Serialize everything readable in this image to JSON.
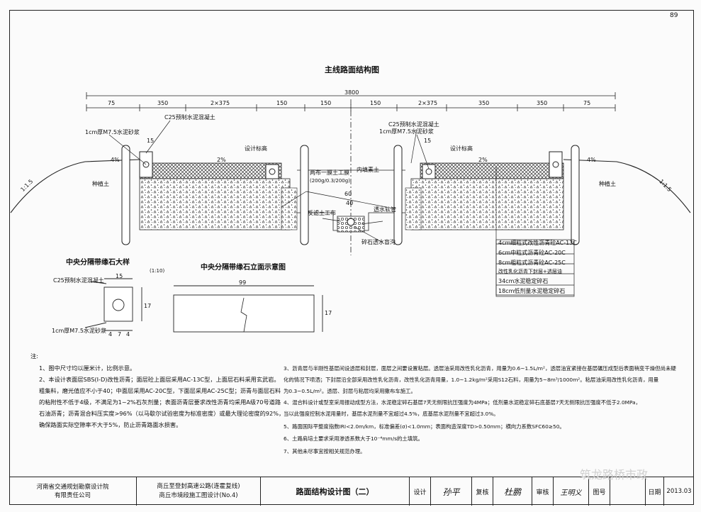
{
  "page_number": "89",
  "main_title": "主线路面结构图",
  "dims": {
    "total": "3800",
    "top": [
      "75",
      "350",
      "2×375",
      "150",
      "150",
      "2×375",
      "350",
      "75"
    ],
    "mid_15_left": "15",
    "mid_15_right": "15",
    "center_60": "60",
    "center_40": "40"
  },
  "labels": {
    "curb_mortar_left": "1cm厚M7.5水泥砂浆",
    "curb_c25_left": "C25预制水泥混凝土",
    "curb_mortar_right": "1cm厚M7.5水泥砂浆",
    "curb_c25_right": "C25预制水泥混凝土",
    "design_elev_left": "设计标高",
    "design_elev_right": "设计标高",
    "slope_left": "4%",
    "slope_right": "4%",
    "cross_left": "2%",
    "cross_right": "2%",
    "ratio_left": "1:1.5",
    "ratio_right": "1:1.5",
    "planting_left": "种植土",
    "planting_right": "种植土",
    "two_fabric": "两布一膜土工膜",
    "fabric_spec": "(200g/0.3/200g)",
    "backfill": "内填素土",
    "geotextile": "反滤土工布",
    "drain_pipe": "透水软管",
    "gravel": "碎石透水盲沟"
  },
  "layers": [
    "4cm细粒式改性沥青砼AC-13C",
    "6cm中粒式沥青砼AC-20C",
    "8cm粗粒式沥青砼AC-25C",
    "改性乳化沥青下封层+透层油",
    "34cm水泥稳定碎石",
    "18cm低剂量水泥稳定碎石"
  ],
  "detail_curb": {
    "title": "中央分隔带缘石大样",
    "scale": "(1:10)",
    "c25": "C25预制水泥混凝土",
    "mortar": "1cm厚M7.5水泥砂浆",
    "dim_15": "15",
    "dim_17": "17",
    "dim_4": "4",
    "dim_7": "7",
    "dim_4b": "4"
  },
  "detail_elev": {
    "title": "中央分隔带缘石立面示意图",
    "dim_99": "99",
    "dim_17": "17"
  },
  "notes_left": [
    "注:",
    "1、图中尺寸均以厘米计，比例示意。",
    "2、本设计表面层SBS(Ⅰ-D)改性沥青；面层砼上面层采用AC-13C型，上面层石料采用玄武岩。",
    "   粗集料，磨光值应不小于40；中面层采用AC-20C型，下面层采用AC-25C型；沥青与面层石料",
    "   的粘附性不低于4级，不满足为1~2%石灰剂量；表面沥青层要求改性沥青均采用A级70号道路",
    "   石油沥青；沥青混合料压实度>96%（以马歇尔试验密度为标准密度）或最大理论密度的92%，",
    "   确保路面实际空隙率不大于5%，防止沥青路面水损害。"
  ],
  "notes_right": [
    "3、沥青层与半刚性基层间设透层和封层，面层之间要设置粘层。透层油采用改性乳化沥青，用量为0.6~1.5L/m²，透层油宜紧接在基层碾压成型后表面稍变干燥但尚未硬",
    "   化的情况下喷洒；下封层沿全部采用改性乳化沥青，改性乳化沥青用量，1.0~1.2kg/m²采用S12石料，用量为5~8m³/1000m²。粘层油采用改性乳化沥青，用量",
    "   为0.3~0.5L/m²。透层、封层与粘层均采用撒布车施工。",
    "4、混合料设计或型室采用振动成型方法，水泥稳定碎石基层7天无侧限抗压强度为4MPa；低剂量水泥稳定碎石底基层7天无侧限抗压强度不低于2.0MPa，",
    "   当以此强度控制水泥用量时，基层水泥剂量不宜超过4.5%，底基层水泥剂量不宜超过3.0%。",
    "5、路面国际平整度指数IRI<2.0m/km，标准偏差(σ)<1.0mm；表面构造深度TD>0.50mm；横向力系数SFC60≥50。",
    "6、土路肩培土要求采用渗透系数大于10⁻⁴mm/s的土填筑。",
    "7、其他未尽事宜按相关规范办理。"
  ],
  "title_block": {
    "org": "河南省交通规划勘察设计院有限责任公司",
    "project_line1": "商丘至登封高速公路(连霍复线)",
    "project_line2": "商丘市境段施工图设计(No.4)",
    "drawing_title": "路面结构设计图（二）",
    "design_label": "设计",
    "design_sig": "孙平",
    "check_label": "复核",
    "check_sig": "杜鹏",
    "review_label": "审核",
    "review_sig": "王明义",
    "drawing_no_label": "图号",
    "date_label": "日期",
    "date_value": "2013.03"
  },
  "watermark": "筑龙路桥市政"
}
